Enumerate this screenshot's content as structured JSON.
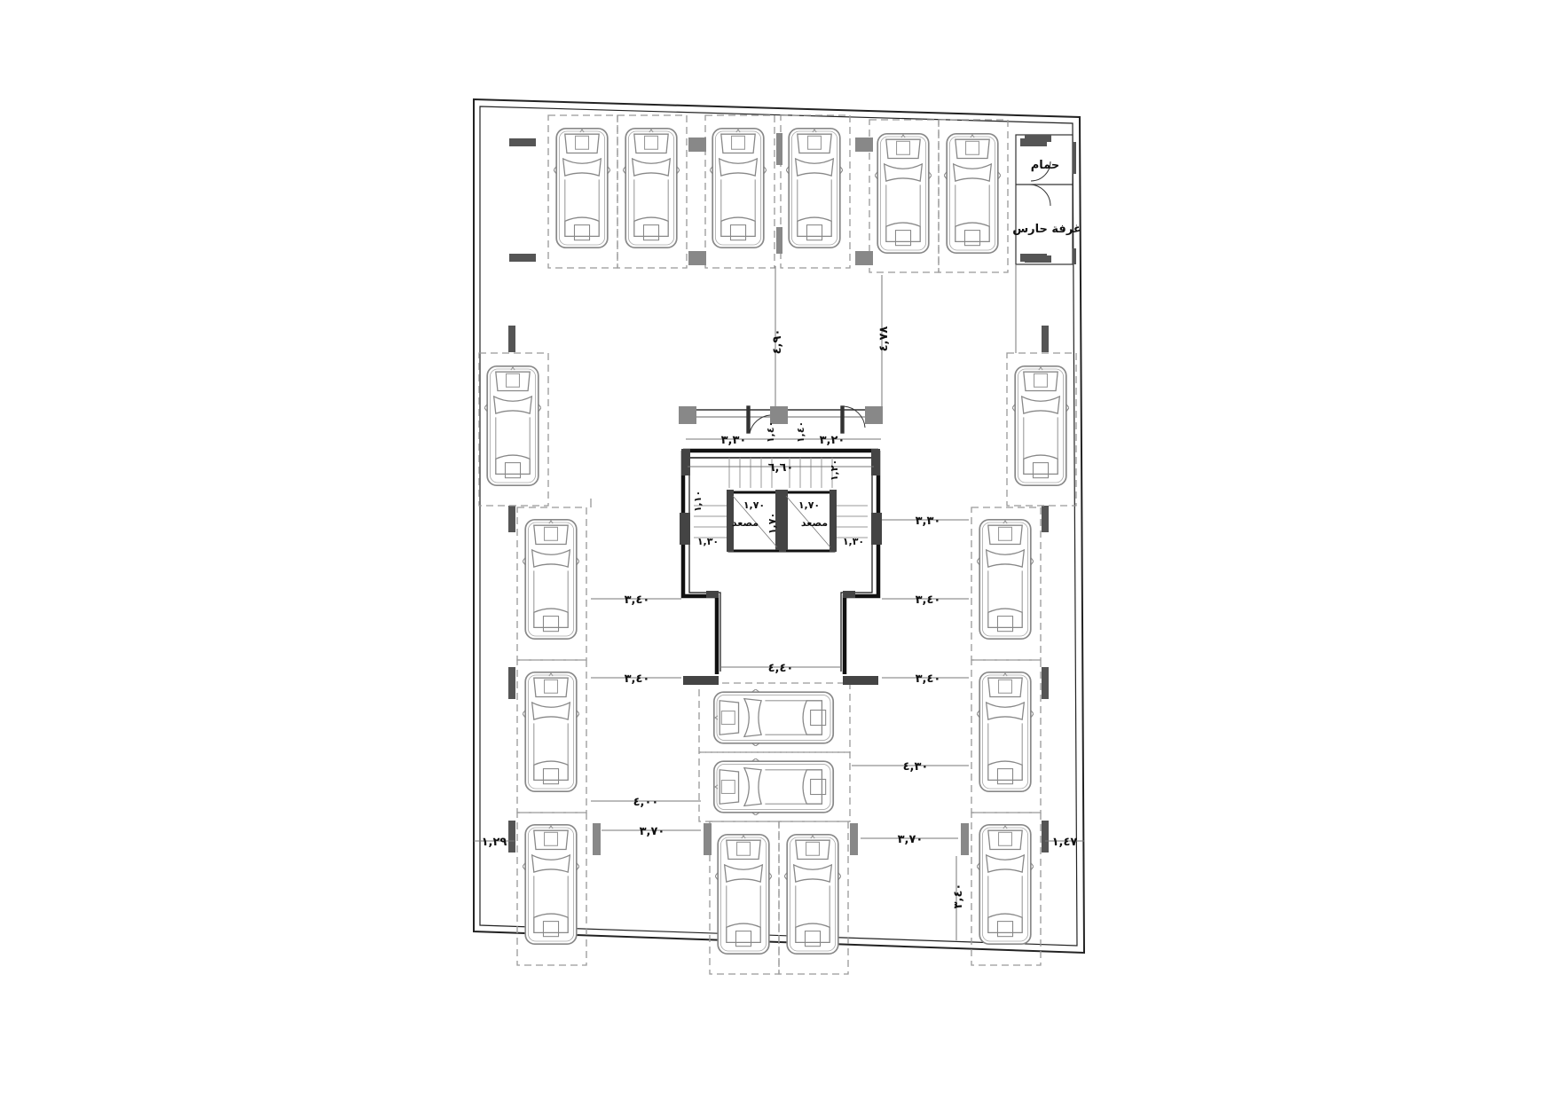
{
  "plan": {
    "rooms": {
      "bathroom": "حمام",
      "guard_room": "غرفة حارس",
      "elevator_left": "مصعد",
      "elevator_right": "مصعد"
    },
    "dimensions": {
      "top_gap_left": "٤,٩٠",
      "top_gap_right": "٤,٧٨",
      "lobby_left": "٣,٣٠",
      "lobby_right": "٣,٢٠",
      "lobby_mid": "١,٤٠",
      "lobby_mid2": "١,٤٠",
      "stair_width": "٦,٦٠",
      "stair_side_right": "١,٢٠",
      "stair_side_left": "١,١٠",
      "elev_left_w": "١,٧٠",
      "elev_right_w": "١,٧٠",
      "elev_mid": "١,٧٠",
      "landing_left": "١,٣٠",
      "landing_right": "١,٣٠",
      "right_row1": "٣,٣٠",
      "left_row2": "٣,٤٠",
      "right_row2": "٣,٤٠",
      "corridor_width": "٤,٤٠",
      "left_row3": "٣,٤٠",
      "right_row3": "٣,٤٠",
      "right_row4": "٤,٣٠",
      "left_row4": "٤,٠٠",
      "left_row5": "٣,٧٠",
      "right_row5": "٣,٧٠",
      "edge_left": "١,٢٩",
      "edge_right": "١,٤٧",
      "bottom_right_vertical": "٣,٤٠"
    }
  }
}
